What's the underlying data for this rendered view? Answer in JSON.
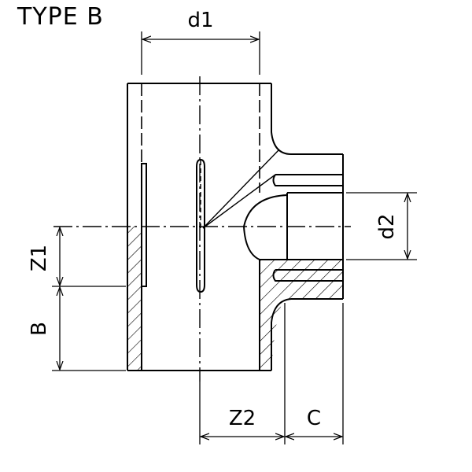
{
  "title": "TYPE B",
  "dimensions": {
    "d1": "d1",
    "d2": "d2",
    "z1": "Z1",
    "z2": "Z2",
    "b": "B",
    "c": "C"
  },
  "colors": {
    "line": "#000000",
    "background": "#ffffff"
  }
}
